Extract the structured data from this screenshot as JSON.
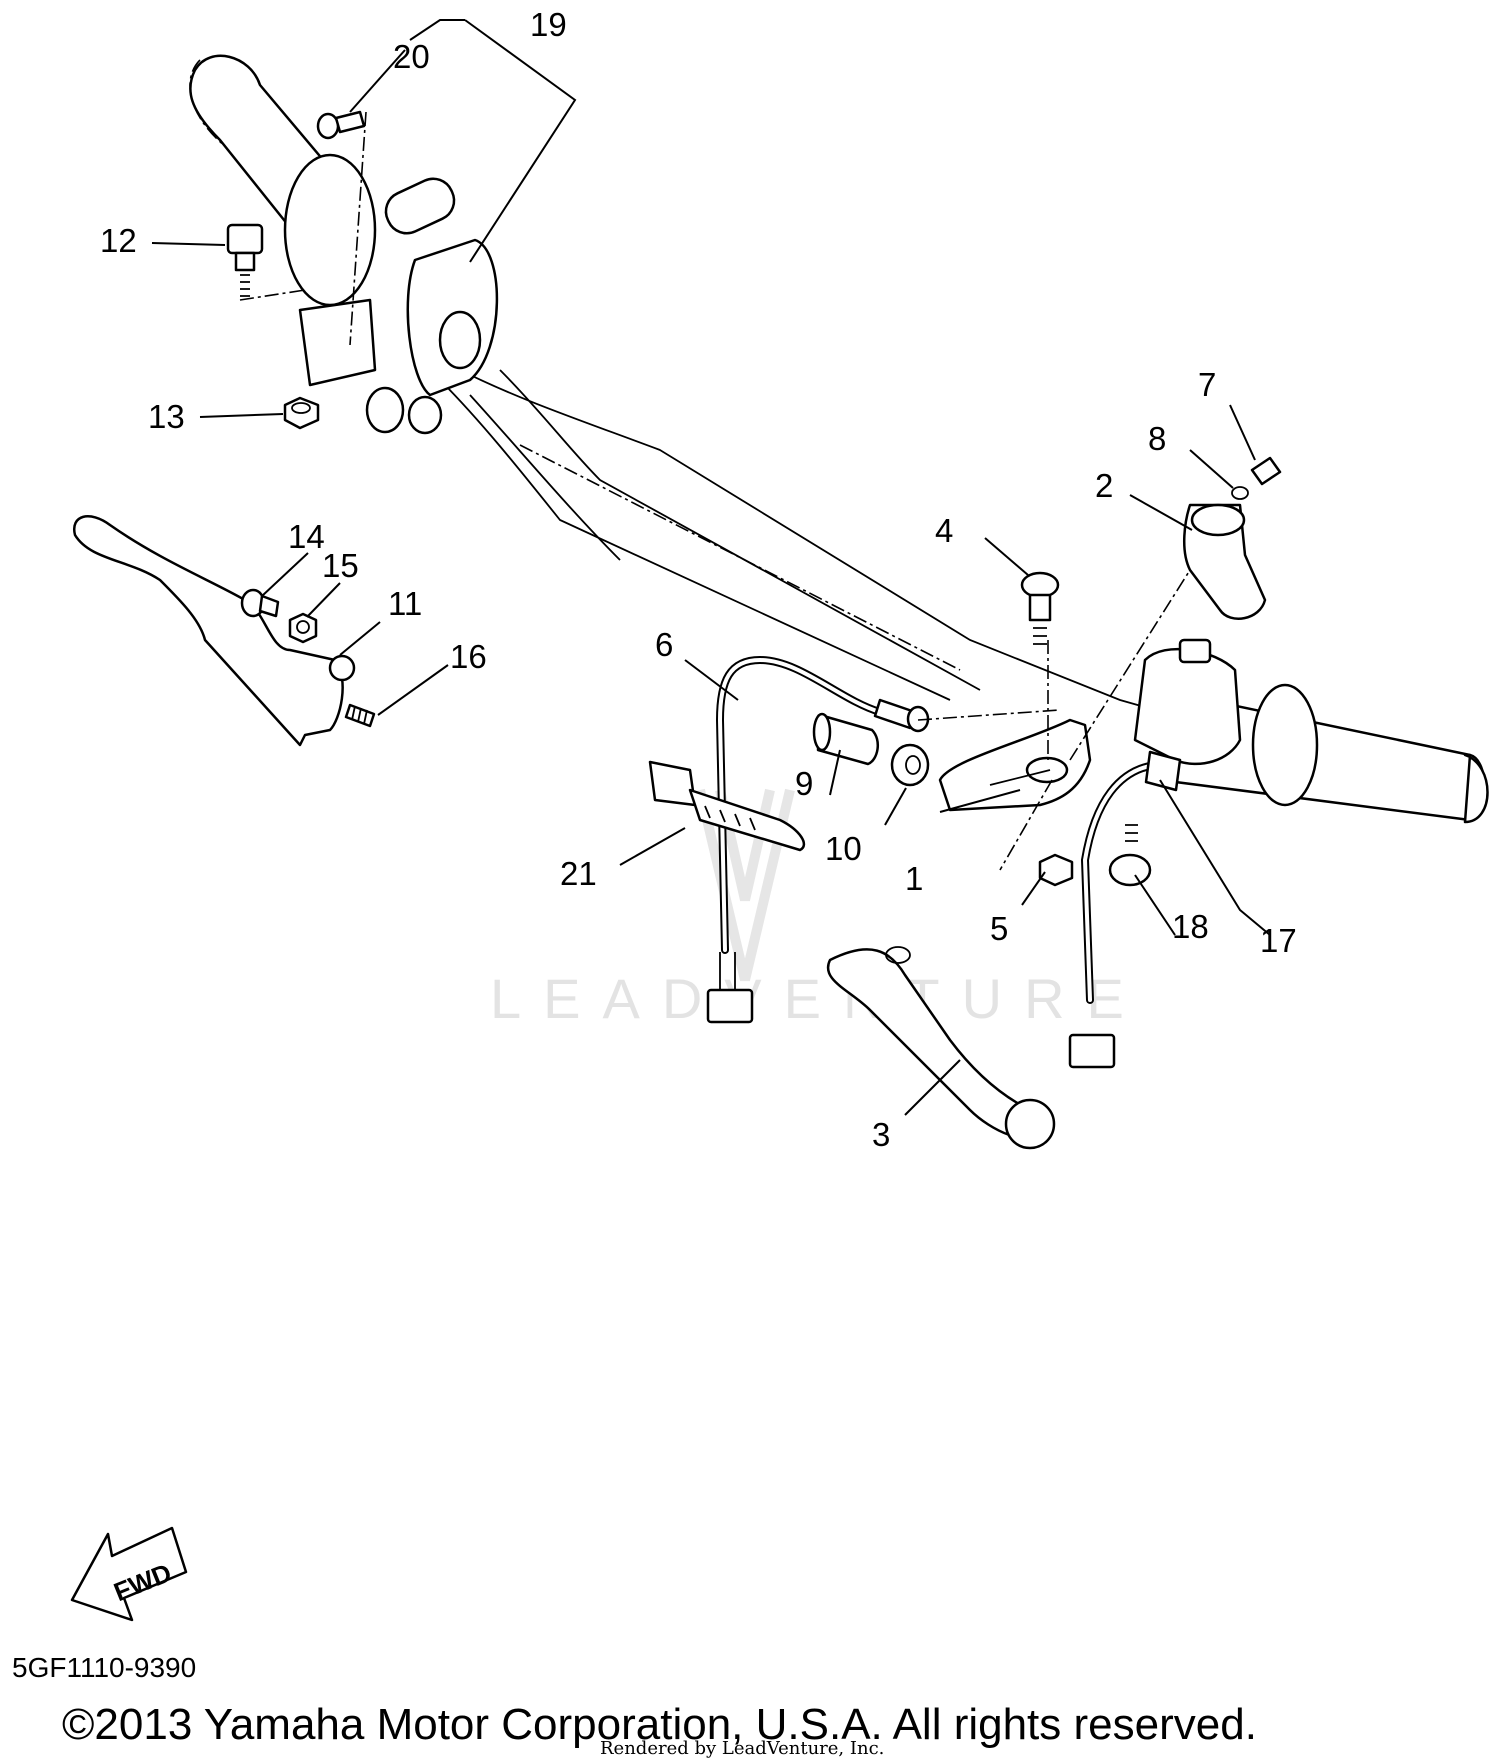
{
  "callouts": [
    {
      "id": "1",
      "label": "1"
    },
    {
      "id": "2",
      "label": "2"
    },
    {
      "id": "3",
      "label": "3"
    },
    {
      "id": "4",
      "label": "4"
    },
    {
      "id": "5",
      "label": "5"
    },
    {
      "id": "6",
      "label": "6"
    },
    {
      "id": "7",
      "label": "7"
    },
    {
      "id": "8",
      "label": "8"
    },
    {
      "id": "9",
      "label": "9"
    },
    {
      "id": "10",
      "label": "10"
    },
    {
      "id": "11",
      "label": "11"
    },
    {
      "id": "12",
      "label": "12"
    },
    {
      "id": "13",
      "label": "13"
    },
    {
      "id": "14",
      "label": "14"
    },
    {
      "id": "15",
      "label": "15"
    },
    {
      "id": "16",
      "label": "16"
    },
    {
      "id": "17",
      "label": "17"
    },
    {
      "id": "18",
      "label": "18"
    },
    {
      "id": "19",
      "label": "19"
    },
    {
      "id": "20",
      "label": "20"
    },
    {
      "id": "21",
      "label": "21"
    }
  ],
  "fwd_label": "FWD",
  "watermark": "LEADVENTURE",
  "diagram_code": "5GF1110-9390",
  "copyright": "©2013 Yamaha Motor Corporation, U.S.A. All rights reserved.",
  "rendered_by": "Rendered by LeadVenture, Inc.",
  "colors": {
    "line": "#000000",
    "background": "#ffffff",
    "watermark": "#e3e3e3"
  }
}
